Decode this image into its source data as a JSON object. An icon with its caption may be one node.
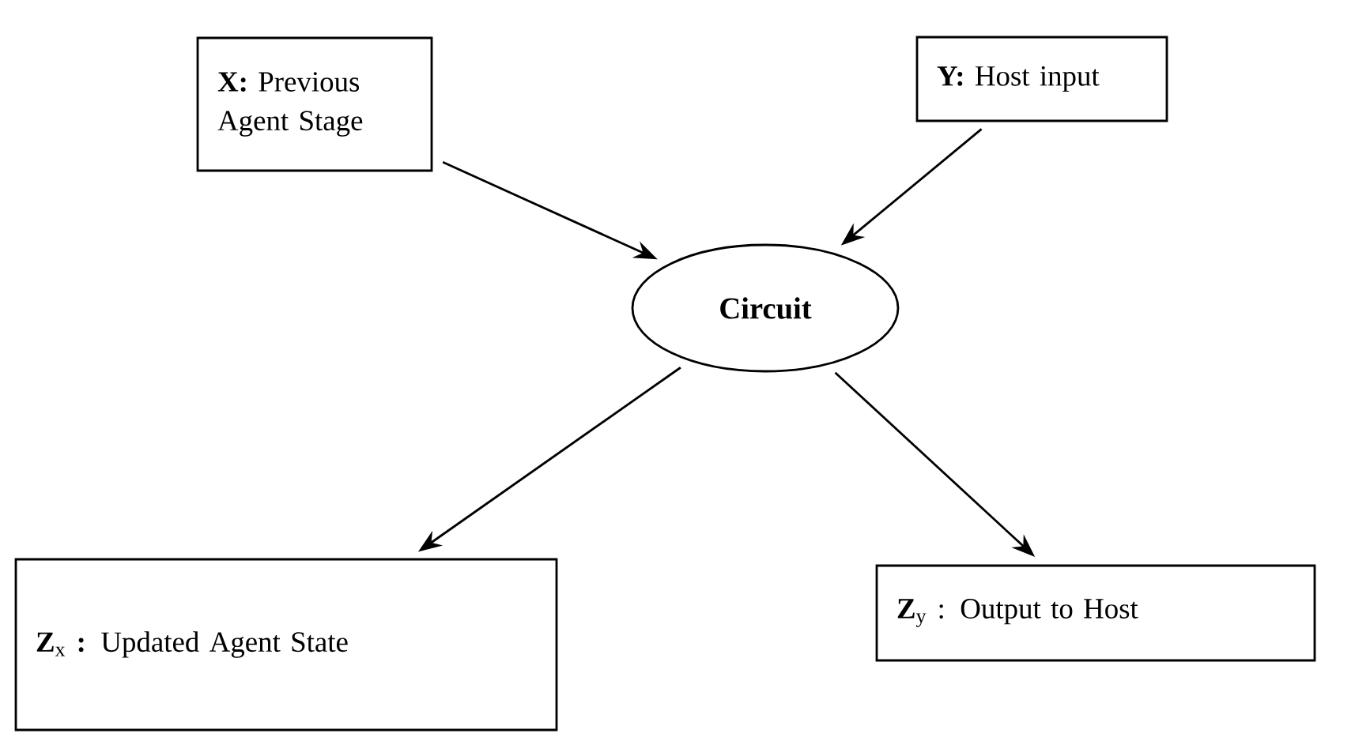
{
  "diagram": {
    "nodes": [
      {
        "text": [
          "**X:** Previous Agent Stage"
        ]
      },
      {
        "text": [
          "**Y:** Host input"
        ]
      },
      {
        "text": [
          "Circuit"
        ]
      },
      {
        "text": [
          "**Z**$_{x}$ **:** Updated Agent State"
        ]
      },
      {
        "text": [
          "**Z**$_{y}$ : Output to Host"
        ]
      }
    ],
    "edges": [
      {
        "from": 0,
        "to": 2,
        "arrow": "to"
      },
      {
        "from": 1,
        "to": 2,
        "arrow": "to"
      },
      {
        "from": 2,
        "to": 3,
        "arrow": "to"
      },
      {
        "from": 2,
        "to": 4,
        "arrow": "to"
      }
    ]
  }
}
